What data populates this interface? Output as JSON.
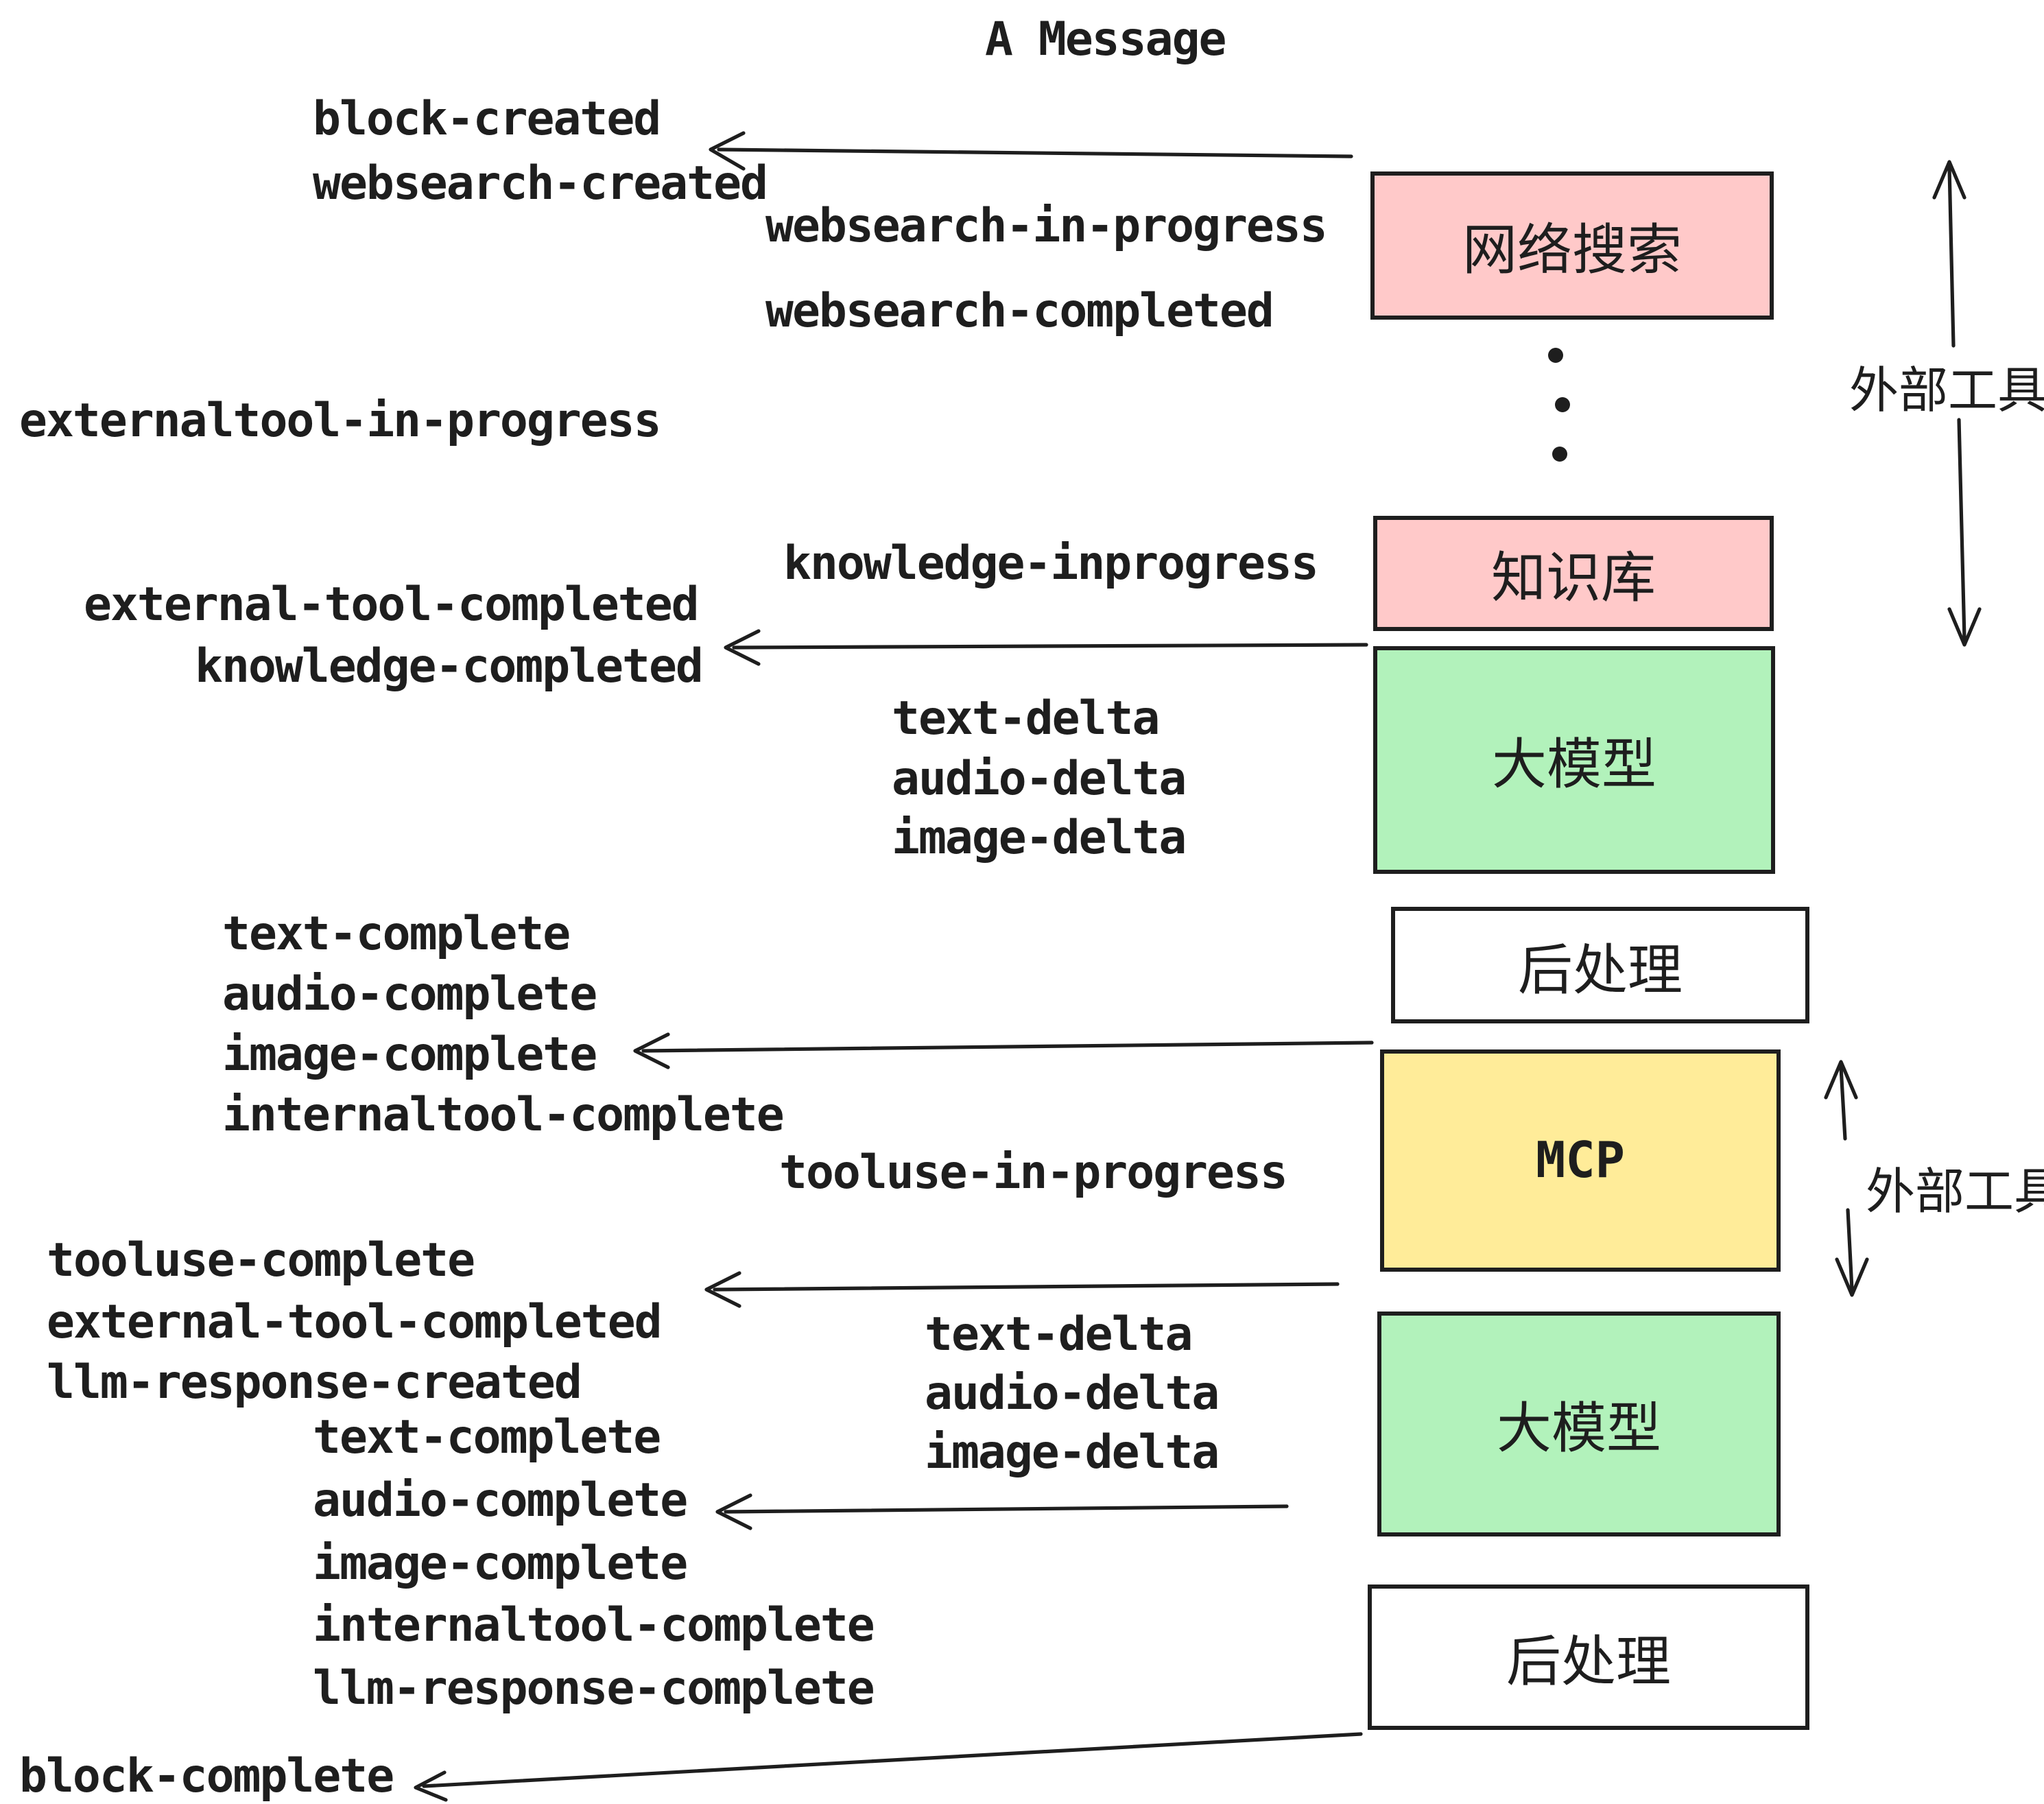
{
  "title": "A Message",
  "labels": {
    "block_created": "block-created",
    "websearch_created": "websearch-created",
    "websearch_in_progress": "websearch-in-progress",
    "websearch_completed": "websearch-completed",
    "externaltool_in_progress": "externaltool-in-progress",
    "knowledge_inprogress": "knowledge-inprogress",
    "external_tool_completed": "external-tool-completed",
    "knowledge_completed": "knowledge-completed",
    "text_delta": "text-delta",
    "audio_delta": "audio-delta",
    "image_delta": "image-delta",
    "text_complete": "text-complete",
    "audio_complete": "audio-complete",
    "image_complete": "image-complete",
    "internaltool_complete": "internaltool-complete",
    "tooluse_in_progress": "tooluse-in-progress",
    "tooluse_complete": "tooluse-complete",
    "llm_response_created": "llm-response-created",
    "llm_response_complete": "llm-response-complete",
    "block_complete": "block-complete"
  },
  "boxes": {
    "websearch": "网络搜索",
    "knowledge": "知识库",
    "llm": "大模型",
    "post": "后处理",
    "mcp": "MCP"
  },
  "side_labels": {
    "external_tools": "外部工具"
  },
  "colors": {
    "pink": "#ffc9c9",
    "green": "#b2f2bb",
    "yellow": "#ffec99",
    "stroke": "#1e1e1e",
    "text": "#1e1e1e",
    "background": "#ffffff"
  }
}
